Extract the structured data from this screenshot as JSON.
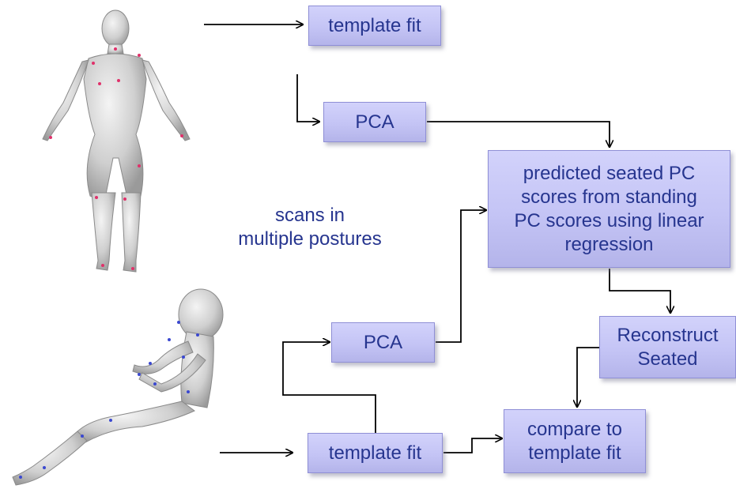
{
  "boxes": {
    "template_fit_top": "template fit",
    "pca_top": "PCA",
    "predict": {
      "lines": [
        "predicted seated PC",
        "scores from standing",
        "PC scores using linear",
        "regression"
      ]
    },
    "pca_bottom": "PCA",
    "reconstruct": {
      "lines": [
        "Reconstruct",
        "Seated"
      ]
    },
    "template_fit_bottom": "template fit",
    "compare": {
      "lines": [
        "compare to",
        "template fit"
      ]
    }
  },
  "caption": {
    "lines": [
      "scans in",
      "multiple postures"
    ]
  },
  "colors": {
    "text": "#26358f",
    "box_fill": "#c4c4f5",
    "box_border": "#8f8fd6",
    "arrow": "#000000"
  },
  "figures": [
    "standing-body-scan",
    "seated-body-scan"
  ]
}
